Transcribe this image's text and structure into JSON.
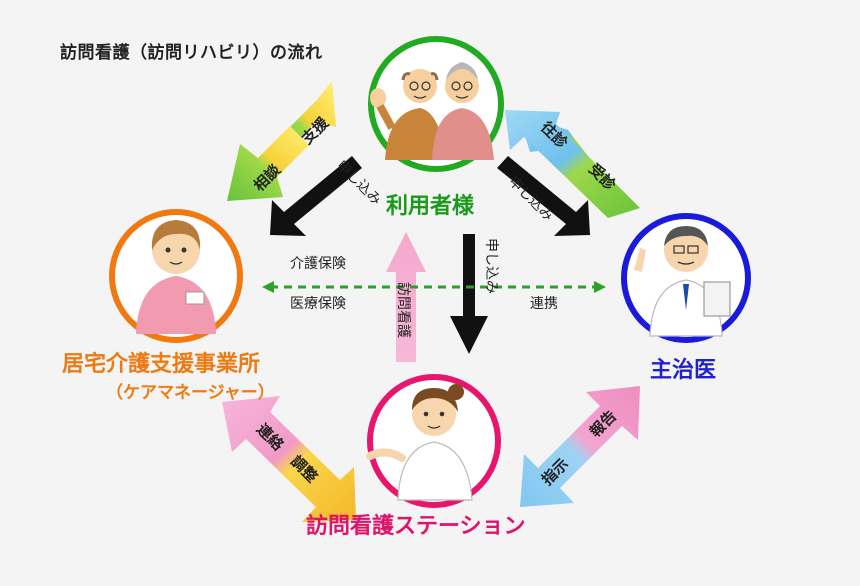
{
  "title": "訪問看護（訪問リハビリ）の流れ",
  "nodes": {
    "user": {
      "label": "利用者様",
      "color": "#22aa22"
    },
    "care_manager": {
      "label": "居宅介護支援事業所",
      "sub_label": "（ケアマネージャー）",
      "color": "#f07a10"
    },
    "doctor": {
      "label": "主治医",
      "color": "#1a1adc"
    },
    "station": {
      "label": "訪問看護ステーション",
      "color": "#e8156e"
    }
  },
  "arrows": {
    "user_care_support": "支援",
    "user_care_consult": "相談",
    "user_care_apply": "申し込み",
    "user_doctor_visit": "往診",
    "user_doctor_consult": "受診",
    "user_doctor_apply": "申し込み",
    "user_station_apply": "申し込み",
    "station_user_visit": "訪問看護",
    "care_station_contact": "連絡",
    "care_station_adjust": "調整",
    "doctor_station_instruct": "指示",
    "doctor_station_report": "報告"
  },
  "links": {
    "care_insurance": "介護保険",
    "medical_insurance": "医療保険",
    "cooperation": "連携"
  }
}
